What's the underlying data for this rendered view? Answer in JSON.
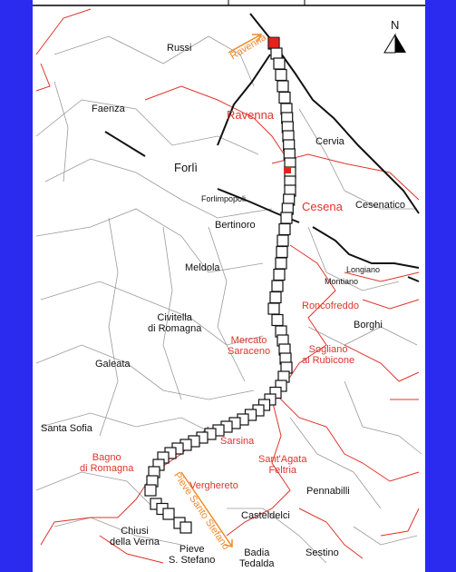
{
  "map": {
    "north_label": "N",
    "arrow_labels": {
      "top": "Ravenna",
      "bottom": "Pieve Santo Stefano"
    },
    "places": {
      "russi": "Russi",
      "faenza": "Faenza",
      "ravenna": "Ravenna",
      "cervia": "Cervia",
      "forli": "Forlì",
      "forlimpopoli": "Forlimpopoli",
      "cesena": "Cesena",
      "cesenatico": "Cesenatico",
      "bertinoro": "Bertinoro",
      "meldola": "Meldola",
      "longiano": "Longiano",
      "montiano": "Montiano",
      "roncofreddo": "Roncofreddo",
      "civitella_1": "Civitella",
      "civitella_2": "di Romagna",
      "mercato_1": "Mercato",
      "mercato_2": "Saraceno",
      "borghi": "Borghi",
      "sogliano_1": "Sogliano",
      "sogliano_2": "al Rubicone",
      "galeata": "Galeata",
      "santa_sofia": "Santa Sofia",
      "sarsina": "Sarsina",
      "bagno_1": "Bagno",
      "bagno_2": "di Romagna",
      "santagata_1": "Sant'Agata",
      "santagata_2": "Feltria",
      "verghereto": "Verghereto",
      "pennabilli": "Pennabilli",
      "casteldelci": "Casteldelci",
      "chiusi_1": "Chiusi",
      "chiusi_2": "della Verna",
      "pieve_1": "Pieve",
      "pieve_2": "S. Stefano",
      "badia_1": "Badia",
      "badia_2": "Tedalda",
      "sestino": "Sestino"
    }
  },
  "colors": {
    "border": "#2b2bf0",
    "boundary_red": "#e0332a",
    "boundary_grey": "#9a9a9a",
    "road": "#111111",
    "marker": "#e8221b",
    "arrow": "#f08a2a"
  }
}
